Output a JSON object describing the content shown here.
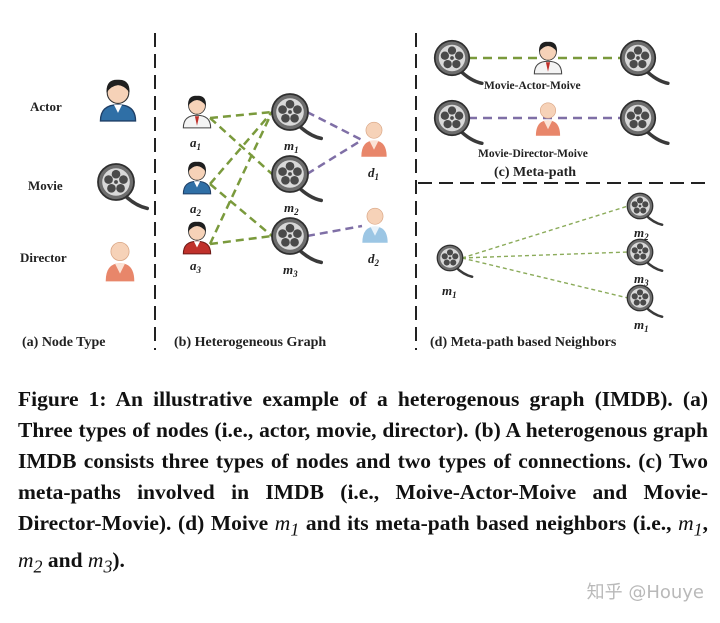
{
  "panel_a": {
    "title": "(a) Node Type",
    "labels": {
      "actor": "Actor",
      "movie": "Movie",
      "director": "Director"
    }
  },
  "panel_b": {
    "title": "(b) Heterogeneous Graph",
    "nodes": [
      {
        "id": "a1",
        "letter": "a",
        "sub": "1",
        "type": "actor"
      },
      {
        "id": "a2",
        "letter": "a",
        "sub": "2",
        "type": "actor"
      },
      {
        "id": "a3",
        "letter": "a",
        "sub": "3",
        "type": "actor"
      },
      {
        "id": "m1",
        "letter": "m",
        "sub": "1",
        "type": "movie"
      },
      {
        "id": "m2",
        "letter": "m",
        "sub": "2",
        "type": "movie"
      },
      {
        "id": "m3",
        "letter": "m",
        "sub": "3",
        "type": "movie"
      },
      {
        "id": "d1",
        "letter": "d",
        "sub": "1",
        "type": "director"
      },
      {
        "id": "d2",
        "letter": "d",
        "sub": "2",
        "type": "director"
      }
    ],
    "edges": [
      [
        "a1",
        "m1"
      ],
      [
        "a1",
        "m2"
      ],
      [
        "a2",
        "m1"
      ],
      [
        "a2",
        "m3"
      ],
      [
        "a3",
        "m1"
      ],
      [
        "a3",
        "m3"
      ],
      [
        "m1",
        "d1"
      ],
      [
        "m2",
        "d1"
      ],
      [
        "m3",
        "d2"
      ]
    ]
  },
  "panel_c": {
    "title": "(c) Meta-path",
    "path1": "Movie-Actor-Moive",
    "path2": "Movie-Director-Moive"
  },
  "panel_d": {
    "title": "(d) Meta-path based Neighbors",
    "center": {
      "letter": "m",
      "sub": "1"
    },
    "neighbors": [
      {
        "letter": "m",
        "sub": "2"
      },
      {
        "letter": "m",
        "sub": "3"
      },
      {
        "letter": "m",
        "sub": "1"
      }
    ]
  },
  "caption": {
    "p1": "Figure 1: An illustrative example of a heterogenous graph (IMDB). (a) Three types of nodes (i.e., actor, movie, director). (b) A heterogenous graph IMDB consists three types of nodes and two types of connections. (c) Two meta-paths involved in IMDB (i.e., Moive-Actor-Moive and Movie-Director-Movie). (d) Moive ",
    "m1": "m",
    "m1_sub": "1",
    "p2": " and its meta-path based neighbors (i.e., ",
    "n1": "m",
    "n1_sub": "1",
    "sep1": ", ",
    "n2": "m",
    "n2_sub": "2",
    "sep2": " and ",
    "n3": "m",
    "n3_sub": "3",
    "end": ")."
  },
  "watermark": "知乎 @Houye",
  "colors": {
    "actor_edge": "#7a9a3c",
    "director_edge": "#7f6fa6",
    "neighbor_edge": "#8bab5a"
  }
}
